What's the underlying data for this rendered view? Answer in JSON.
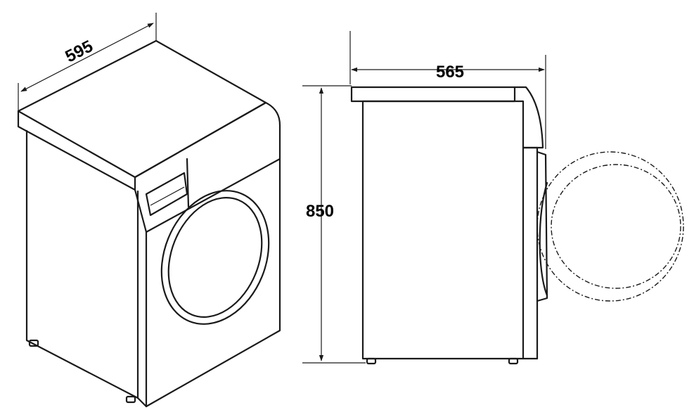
{
  "dimensions": {
    "width": "595",
    "depth": "565",
    "height": "850"
  },
  "colors": {
    "line": "#1a1a1a",
    "background": "#ffffff"
  }
}
